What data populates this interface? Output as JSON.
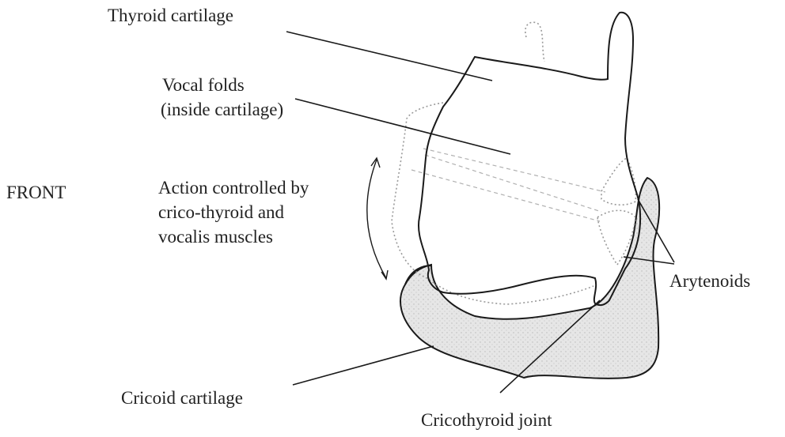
{
  "labels": {
    "thyroid": "Thyroid cartilage",
    "vocal_line1": "Vocal folds",
    "vocal_line2": "(inside cartilage)",
    "front": "FRONT",
    "action_line1": "Action controlled by",
    "action_line2": "crico-thyroid and",
    "action_line3": "vocalis muscles",
    "arytenoids": "Arytenoids",
    "cricoid": "Cricoid cartilage",
    "cricothyroid_joint": "Cricothyroid joint"
  },
  "colors": {
    "outline": "#1a1a1a",
    "dotted_outline": "#9a9a9a",
    "cricoid_fill": "#e4e4e4",
    "text": "#222222"
  }
}
